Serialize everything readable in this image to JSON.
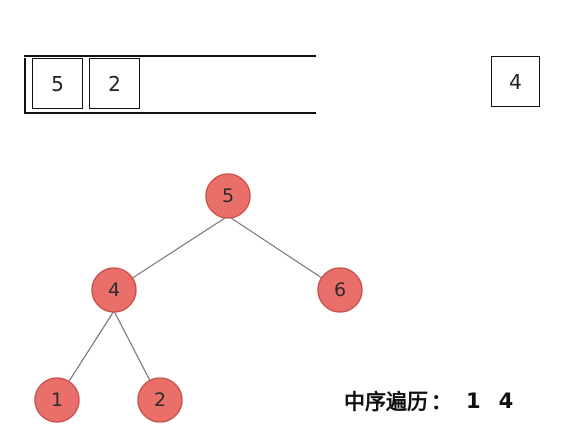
{
  "stack": {
    "items": [
      "5",
      "2"
    ]
  },
  "current": {
    "value": "4"
  },
  "tree": {
    "nodes": [
      {
        "id": "n5",
        "label": "5"
      },
      {
        "id": "n4",
        "label": "4"
      },
      {
        "id": "n6",
        "label": "6"
      },
      {
        "id": "n1",
        "label": "1"
      },
      {
        "id": "n2",
        "label": "2"
      }
    ],
    "edges": [
      {
        "from": "n5",
        "to": "n4"
      },
      {
        "from": "n5",
        "to": "n6"
      },
      {
        "from": "n4",
        "to": "n1"
      },
      {
        "from": "n4",
        "to": "n2"
      }
    ],
    "colors": {
      "node_fill": "#e86f6a",
      "node_stroke": "#c94c46",
      "edge": "#777777"
    }
  },
  "traversal": {
    "label": "中序遍历",
    "separator": "：",
    "values": [
      "1",
      "4"
    ]
  }
}
